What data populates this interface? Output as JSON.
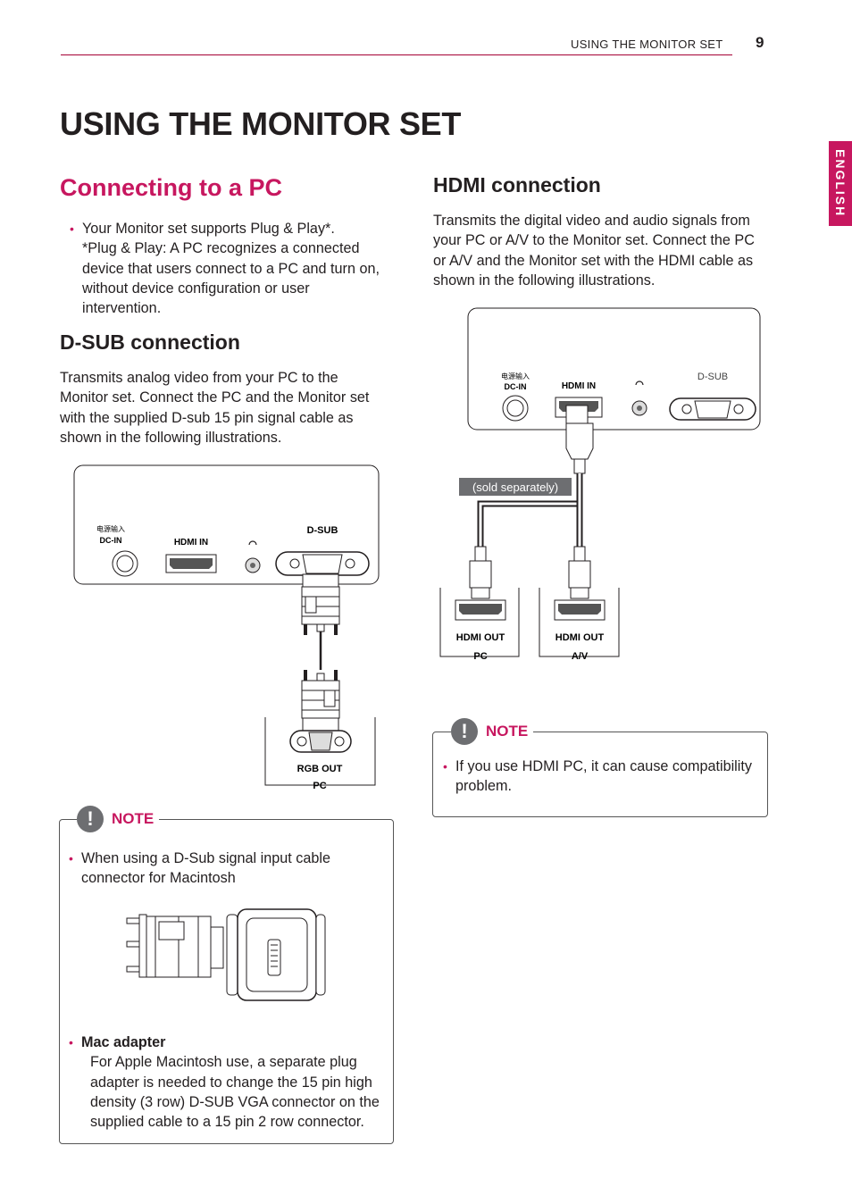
{
  "header": {
    "section_label": "USING THE MONITOR SET",
    "page_number": "9",
    "language_tab": "ENGLISH"
  },
  "page_title": "USING THE MONITOR SET",
  "connecting": {
    "title": "Connecting to a PC",
    "bullet_line1": "Your Monitor set supports Plug & Play*.",
    "bullet_line2": "*Plug & Play:  A PC recognizes a connected device that users connect to a PC and turn on, without device configuration or user intervention."
  },
  "dsub": {
    "title": "D-SUB connection",
    "body": "Transmits analog video from your PC to the Monitor set. Connect the PC and the Monitor set with the supplied D-sub 15 pin signal cable as shown in the following illustrations.",
    "diagram": {
      "port_dcin_cn": "电源输入",
      "port_dcin": "DC-IN",
      "port_hdmi": "HDMI IN",
      "port_dsub": "D-SUB",
      "pc_port": "RGB OUT",
      "pc_label": "PC"
    },
    "note": {
      "label": "NOTE",
      "bullet1": "When using a D-Sub signal input cable connector for Macintosh",
      "bullet2_title": "Mac adapter",
      "bullet2_body": "For Apple Macintosh use, a separate plug adapter is needed to change the 15 pin high density (3 row) D-SUB VGA connector on the supplied cable to a 15 pin 2 row connector."
    }
  },
  "hdmi": {
    "title": "HDMI connection",
    "body": "Transmits the digital video and audio signals from your PC or A/V to the Monitor set. Connect the PC or A/V and the Monitor set with the HDMI cable as shown in the following illustrations.",
    "diagram": {
      "port_dcin_cn": "电源输入",
      "port_dcin": "DC-IN",
      "port_hdmi": "HDMI IN",
      "port_dsub": "D-SUB",
      "cable_note": "(sold separately)",
      "out1_port": "HDMI OUT",
      "out1_label": "PC",
      "out2_port": "HDMI OUT",
      "out2_label": "A/V"
    },
    "note": {
      "label": "NOTE",
      "bullet1": "If you use HDMI PC, it can cause compatibility problem."
    }
  },
  "colors": {
    "accent": "#c7175f",
    "rule": "#a50034",
    "text": "#231f20"
  }
}
